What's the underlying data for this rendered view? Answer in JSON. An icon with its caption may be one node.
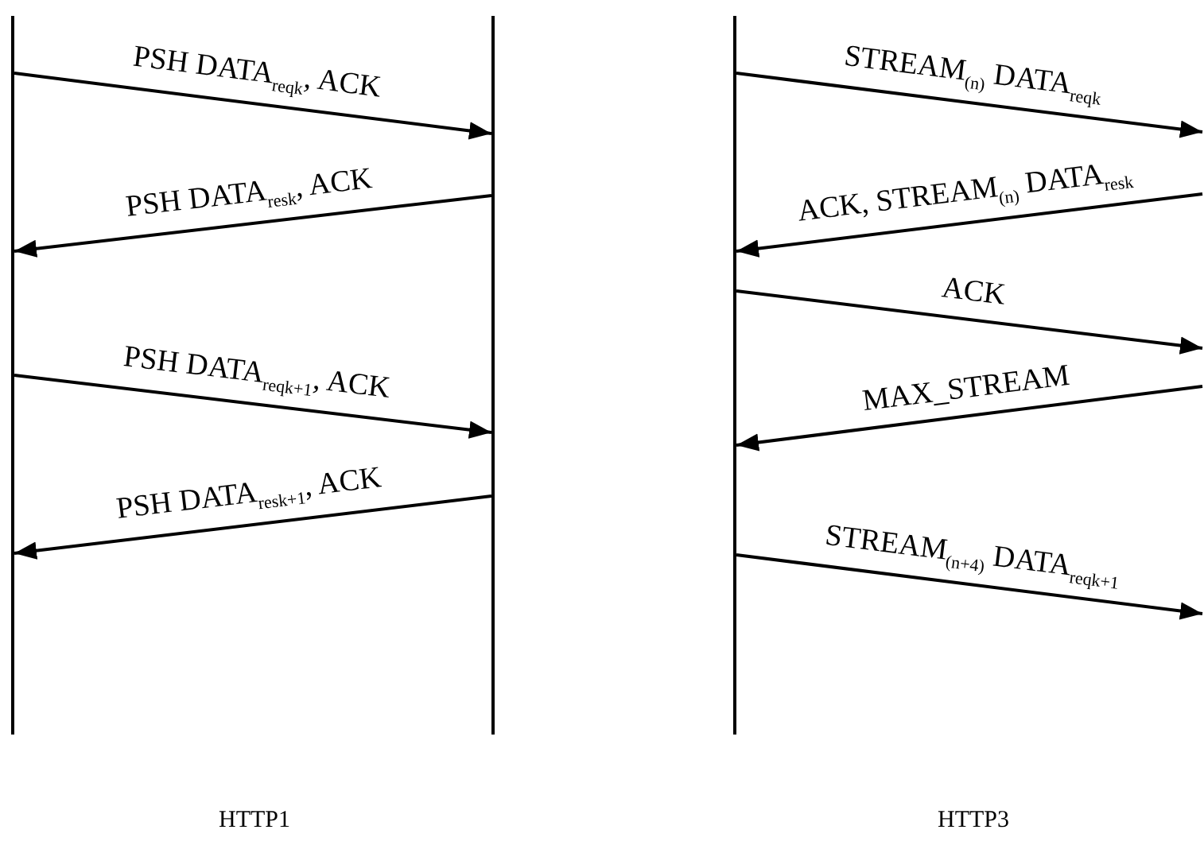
{
  "diagram": {
    "nodes": [
      {
        "text": [],
        "shape": "line"
      },
      {
        "text": [],
        "shape": "line"
      },
      {
        "text": [],
        "shape": "line"
      }
    ],
    "edges": [
      {
        "from": 0,
        "to": 1,
        "arrow": "to",
        "label": "PSH DATA$_{req}$$_{k}$, ACK"
      },
      {
        "from": 1,
        "to": 0,
        "arrow": "to",
        "label": "PSH DATA$_{res}$$_{k}$, ACK"
      },
      {
        "from": 0,
        "to": 1,
        "arrow": "to",
        "label": "PSH DATA$_{req}$$_{k+1}$, ACK"
      },
      {
        "from": 1,
        "to": 0,
        "arrow": "to",
        "label": "PSH DATA$_{res}$$_{k+1}$, ACK"
      },
      {
        "from": 2,
        "to": null,
        "arrow": "to",
        "label": "STREAM$_{(n)}$ DATA$_{req}$$_{k}$"
      },
      {
        "from": null,
        "to": 2,
        "arrow": "to",
        "label": "ACK, STREAM$_{(n)}$ DATA$_{res}$$_{k}$"
      },
      {
        "from": 2,
        "to": null,
        "arrow": "to",
        "label": "ACK"
      },
      {
        "from": null,
        "to": 2,
        "arrow": "to",
        "label": "MAX_STREAM"
      },
      {
        "from": 2,
        "to": null,
        "arrow": "to",
        "label": "STREAM$_{(n+4)}$ DATA$_{req}$$_{k+1}$"
      }
    ],
    "labels": [
      "HTTP1",
      "HTTP3"
    ]
  }
}
